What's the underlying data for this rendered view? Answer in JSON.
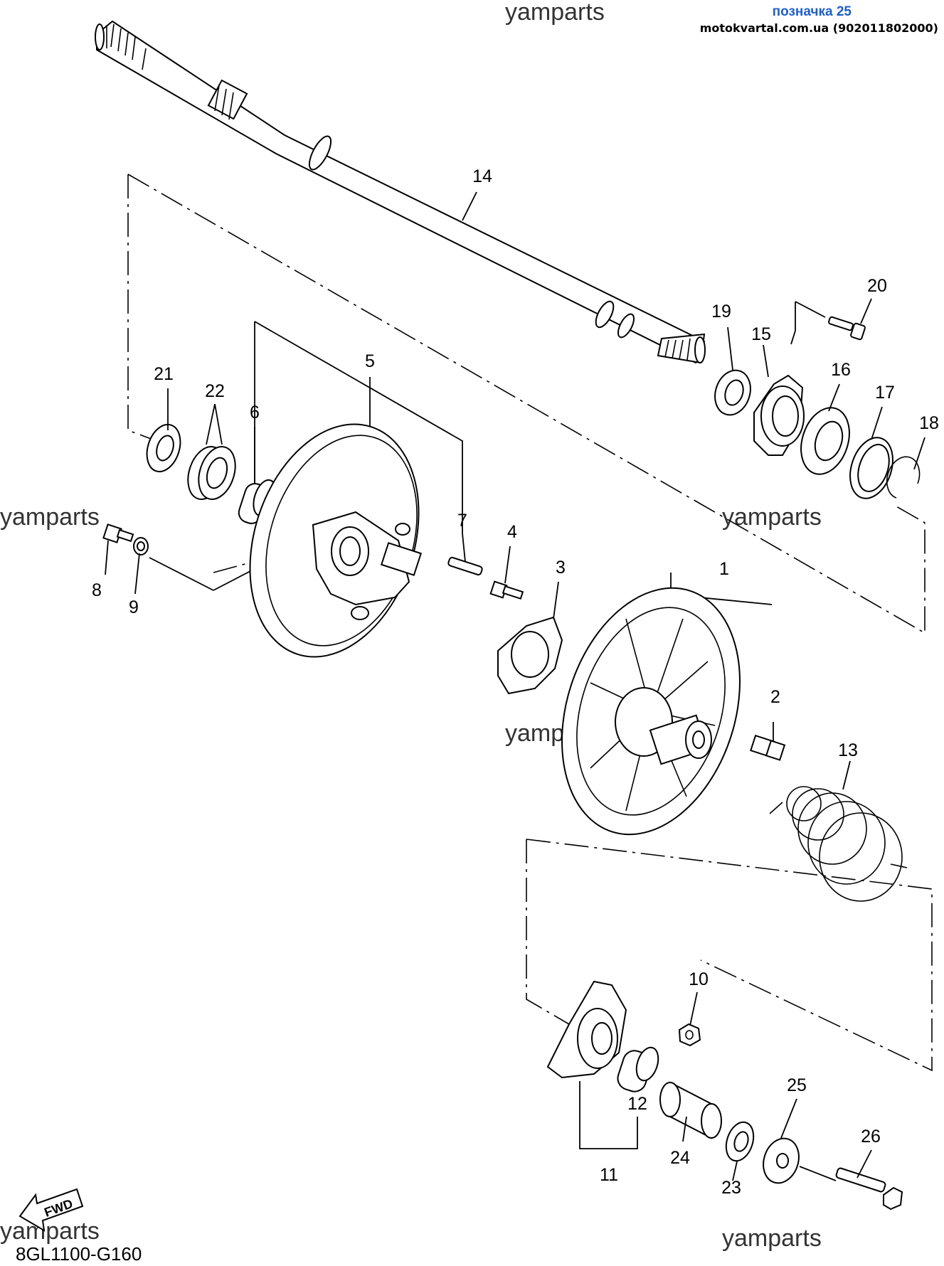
{
  "header": {
    "title": "позначка 25",
    "subtitle": "motokvartal.com.ua (902011802000)"
  },
  "watermark": "yamparts",
  "diagram_code": "8GL1100-G160",
  "fwd_label": "FWD",
  "callouts": [
    "1",
    "2",
    "3",
    "4",
    "5",
    "6",
    "7",
    "8",
    "9",
    "10",
    "11",
    "12",
    "13",
    "14",
    "15",
    "16",
    "17",
    "18",
    "19",
    "20",
    "21",
    "22",
    "23",
    "24",
    "25",
    "26"
  ]
}
